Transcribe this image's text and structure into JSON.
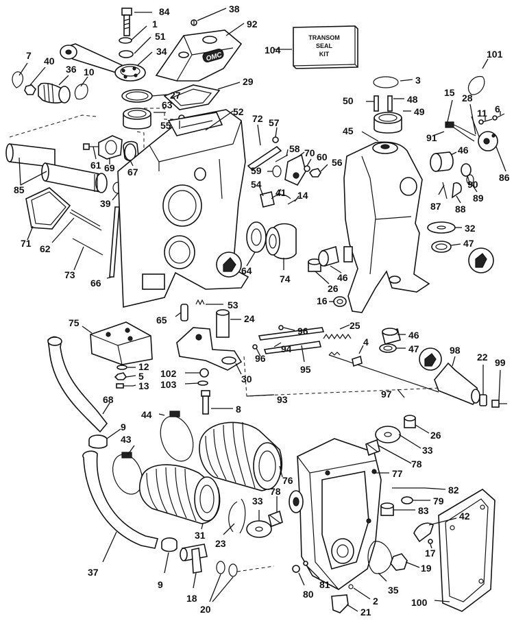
{
  "kit_box": {
    "line1": "TRANSOM",
    "line2": "SEAL",
    "line3": "KIT"
  },
  "logo": "OMC",
  "callouts": [
    {
      "id": "c84",
      "label": "84"
    },
    {
      "id": "c1",
      "label": "1"
    },
    {
      "id": "c51",
      "label": "51"
    },
    {
      "id": "c34",
      "label": "34"
    },
    {
      "id": "c38",
      "label": "38"
    },
    {
      "id": "c92",
      "label": "92"
    },
    {
      "id": "c104",
      "label": "104"
    },
    {
      "id": "c101",
      "label": "101"
    },
    {
      "id": "c7",
      "label": "7"
    },
    {
      "id": "c40",
      "label": "40"
    },
    {
      "id": "c36",
      "label": "36"
    },
    {
      "id": "c10",
      "label": "10"
    },
    {
      "id": "c27",
      "label": "27"
    },
    {
      "id": "c29",
      "label": "29"
    },
    {
      "id": "c3",
      "label": "3"
    },
    {
      "id": "c50",
      "label": "50"
    },
    {
      "id": "c48",
      "label": "48"
    },
    {
      "id": "c49",
      "label": "49"
    },
    {
      "id": "c15",
      "label": "15"
    },
    {
      "id": "c28",
      "label": "28"
    },
    {
      "id": "c11",
      "label": "11"
    },
    {
      "id": "c6",
      "label": "6"
    },
    {
      "id": "c63",
      "label": "63"
    },
    {
      "id": "c52",
      "label": "52"
    },
    {
      "id": "c55",
      "label": "55"
    },
    {
      "id": "c72",
      "label": "72"
    },
    {
      "id": "c57",
      "label": "57"
    },
    {
      "id": "c45",
      "label": "45"
    },
    {
      "id": "c91",
      "label": "91"
    },
    {
      "id": "c46a",
      "label": "46"
    },
    {
      "id": "c86",
      "label": "86"
    },
    {
      "id": "c61",
      "label": "61"
    },
    {
      "id": "c69",
      "label": "69"
    },
    {
      "id": "c67",
      "label": "67"
    },
    {
      "id": "c58",
      "label": "58"
    },
    {
      "id": "c70",
      "label": "70"
    },
    {
      "id": "c60",
      "label": "60"
    },
    {
      "id": "c56",
      "label": "56"
    },
    {
      "id": "c59",
      "label": "59"
    },
    {
      "id": "c90",
      "label": "90"
    },
    {
      "id": "c85",
      "label": "85"
    },
    {
      "id": "c54",
      "label": "54"
    },
    {
      "id": "c41",
      "label": "41"
    },
    {
      "id": "c14",
      "label": "14"
    },
    {
      "id": "c87",
      "label": "87"
    },
    {
      "id": "c89",
      "label": "89"
    },
    {
      "id": "c88",
      "label": "88"
    },
    {
      "id": "c39",
      "label": "39"
    },
    {
      "id": "c32",
      "label": "32"
    },
    {
      "id": "c71",
      "label": "71"
    },
    {
      "id": "c62",
      "label": "62"
    },
    {
      "id": "c47a",
      "label": "47"
    },
    {
      "id": "c64",
      "label": "64"
    },
    {
      "id": "c74",
      "label": "74"
    },
    {
      "id": "c73",
      "label": "73"
    },
    {
      "id": "c26a",
      "label": "26"
    },
    {
      "id": "c46b",
      "label": "46"
    },
    {
      "id": "c66",
      "label": "66"
    },
    {
      "id": "c16",
      "label": "16"
    },
    {
      "id": "c53",
      "label": "53"
    },
    {
      "id": "c65",
      "label": "65"
    },
    {
      "id": "c24",
      "label": "24"
    },
    {
      "id": "c75",
      "label": "75"
    },
    {
      "id": "c96a",
      "label": "96"
    },
    {
      "id": "c25",
      "label": "25"
    },
    {
      "id": "c4",
      "label": "4"
    },
    {
      "id": "c46c",
      "label": "46"
    },
    {
      "id": "c94",
      "label": "94"
    },
    {
      "id": "c96b",
      "label": "96"
    },
    {
      "id": "c47b",
      "label": "47"
    },
    {
      "id": "c98",
      "label": "98"
    },
    {
      "id": "c12",
      "label": "12"
    },
    {
      "id": "c95",
      "label": "95"
    },
    {
      "id": "c5",
      "label": "5"
    },
    {
      "id": "c22",
      "label": "22"
    },
    {
      "id": "c99",
      "label": "99"
    },
    {
      "id": "c30",
      "label": "30"
    },
    {
      "id": "c102",
      "label": "102"
    },
    {
      "id": "c13",
      "label": "13"
    },
    {
      "id": "c103",
      "label": "103"
    },
    {
      "id": "c93",
      "label": "93"
    },
    {
      "id": "c97",
      "label": "97"
    },
    {
      "id": "c68",
      "label": "68"
    },
    {
      "id": "c8",
      "label": "8"
    },
    {
      "id": "c44",
      "label": "44"
    },
    {
      "id": "c9a",
      "label": "9"
    },
    {
      "id": "c26b",
      "label": "26"
    },
    {
      "id": "c43",
      "label": "43"
    },
    {
      "id": "c33a",
      "label": "33"
    },
    {
      "id": "c78a",
      "label": "78"
    },
    {
      "id": "c77",
      "label": "77"
    },
    {
      "id": "c76",
      "label": "76"
    },
    {
      "id": "c82",
      "label": "82"
    },
    {
      "id": "c78b",
      "label": "78"
    },
    {
      "id": "c33b",
      "label": "33"
    },
    {
      "id": "c79",
      "label": "79"
    },
    {
      "id": "c83",
      "label": "83"
    },
    {
      "id": "c42",
      "label": "42"
    },
    {
      "id": "c31",
      "label": "31"
    },
    {
      "id": "c23",
      "label": "23"
    },
    {
      "id": "c17",
      "label": "17"
    },
    {
      "id": "c37",
      "label": "37"
    },
    {
      "id": "c19",
      "label": "19"
    },
    {
      "id": "c35",
      "label": "35"
    },
    {
      "id": "c80",
      "label": "80"
    },
    {
      "id": "c81",
      "label": "81"
    },
    {
      "id": "c9b",
      "label": "9"
    },
    {
      "id": "c18",
      "label": "18"
    },
    {
      "id": "c2",
      "label": "2"
    },
    {
      "id": "c20",
      "label": "20"
    },
    {
      "id": "c21",
      "label": "21"
    },
    {
      "id": "c100",
      "label": "100"
    }
  ]
}
